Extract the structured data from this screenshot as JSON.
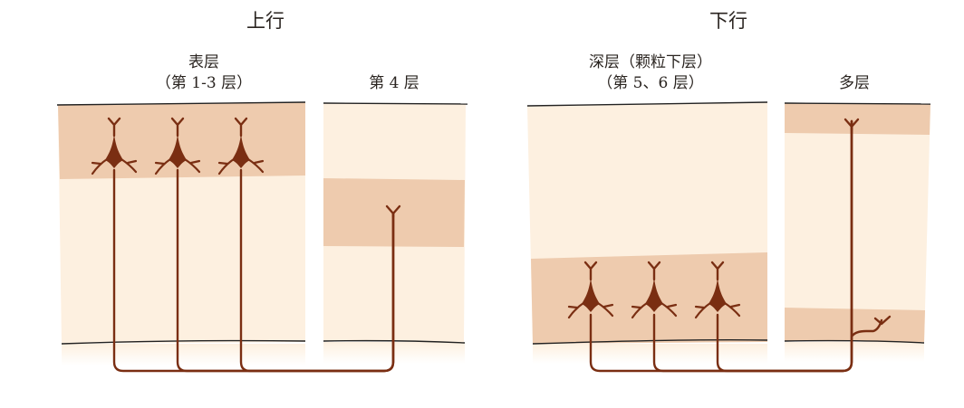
{
  "titles": {
    "ascending": "上行",
    "descending": "下行"
  },
  "labels": {
    "superficial_line1": "表层",
    "superficial_line2": "（第 1-3 层）",
    "layer4": "第 4 层",
    "deep_line1": "深层（颗粒下层）",
    "deep_line2": "（第 5、6 层）",
    "multi": "多层"
  },
  "colors": {
    "panel": "#fdf0e0",
    "band": "#eecbae",
    "neuron": "#7a2e12",
    "edge": "#222222",
    "text": "#2a2420"
  }
}
